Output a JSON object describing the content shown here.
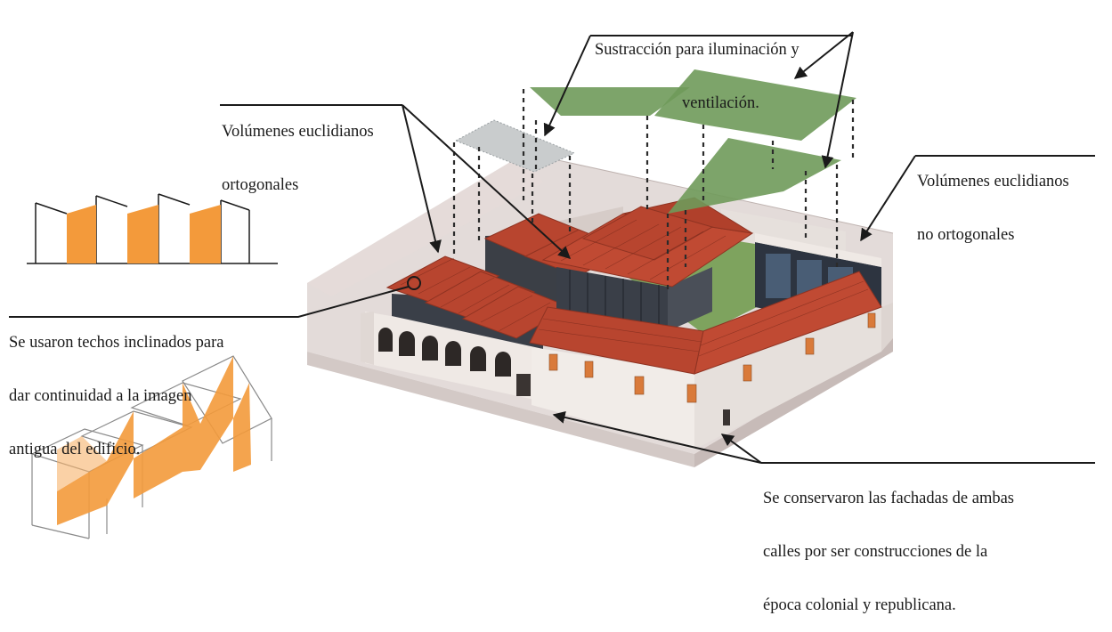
{
  "annotations": {
    "subtraction": {
      "lines": [
        "Sustracción para iluminación y",
        "ventilación."
      ]
    },
    "orthogonal": {
      "lines": [
        "Volúmenes euclidianos",
        "ortogonales"
      ]
    },
    "non_orthogonal": {
      "lines": [
        "Volúmenes euclidianos",
        "no ortogonales"
      ]
    },
    "sloped_roofs": {
      "lines": [
        "Se usaron techos inclinados para",
        "dar continuidad a la imagen",
        "antigua del edificio."
      ]
    },
    "facades": {
      "lines": [
        "Se conservaron las fachadas de ambas",
        "calles por ser construcciones de la",
        "época colonial y republicana."
      ]
    }
  },
  "colors": {
    "roof_terracotta": "#b8452f",
    "roof_shade": "#8f3322",
    "wall_white": "#f1ece8",
    "site_volume": "#d9cfcc",
    "green_plane": "#6f9a5a",
    "grey_plane": "#c9cccd",
    "orange_panel": "#f39a3b",
    "leader_line": "#1a1a1a"
  },
  "icons": [
    "sloped-roof-section-icon",
    "sloped-roof-axonometric-icon",
    "building-axonometric"
  ]
}
